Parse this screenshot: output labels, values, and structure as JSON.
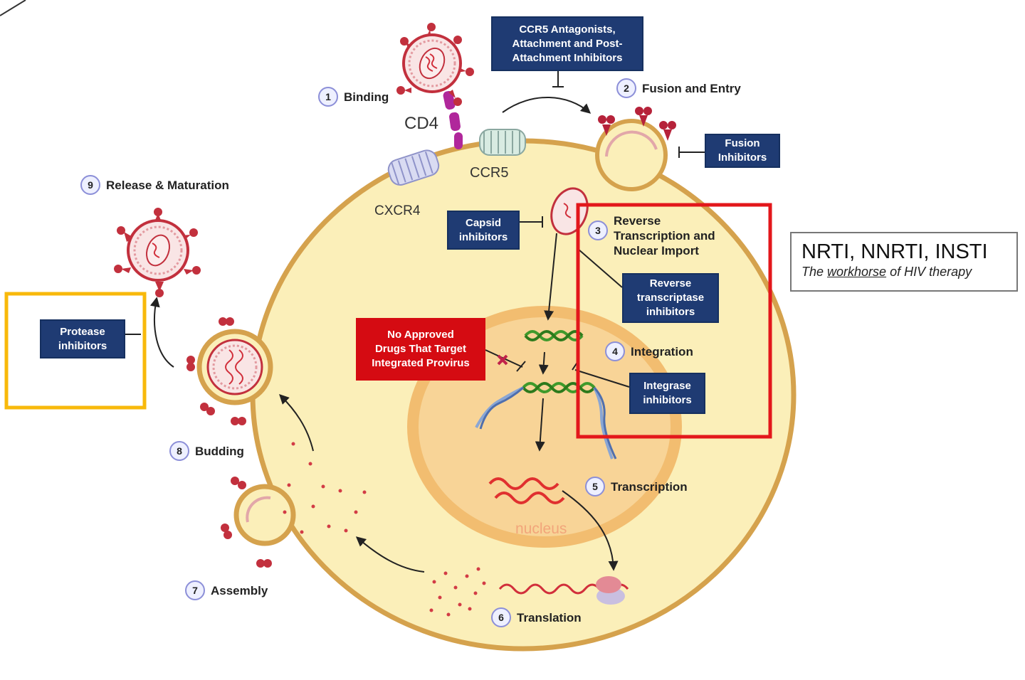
{
  "steps": [
    {
      "num": "1",
      "label": "Binding"
    },
    {
      "num": "2",
      "label": "Fusion and Entry"
    },
    {
      "num": "3",
      "label": "Reverse\nTranscription and\nNuclear Import"
    },
    {
      "num": "4",
      "label": "Integration"
    },
    {
      "num": "5",
      "label": "Transcription"
    },
    {
      "num": "6",
      "label": "Translation"
    },
    {
      "num": "7",
      "label": "Assembly"
    },
    {
      "num": "8",
      "label": "Budding"
    },
    {
      "num": "9",
      "label": "Release & Maturation"
    }
  ],
  "receptors": {
    "cd4": "CD4",
    "ccr5": "CCR5",
    "cxcr4": "CXCR4"
  },
  "nucleus_label": "nucleus",
  "drug_boxes": {
    "ccr5": "CCR5 Antagonists,\nAttachment and Post-\nAttachment Inhibitors",
    "fusion": "Fusion\nInhibitors",
    "capsid": "Capsid\ninhibitors",
    "rt": "Reverse\ntranscriptase\ninhibitors",
    "integrase": "Integrase\ninhibitors",
    "protease": "Protease\ninhibitors",
    "no_approved": "No Approved\nDrugs That Target\nIntegrated Provirus"
  },
  "callout": {
    "title": "NRTI, NNRTI, INSTI",
    "subtitle_pre": "The ",
    "subtitle_emph": "workhorse",
    "subtitle_post": " of HIV therapy"
  },
  "colors": {
    "cell_fill": "#fbefb9",
    "cell_border": "#d5a24d",
    "nucleus_fill": "#f8d497",
    "drug_box": "#1f3b73",
    "alert_red": "#d50b12",
    "highlight_red": "#e3171b",
    "highlight_yellow": "#f8b90b",
    "virus": "#c2303d"
  }
}
